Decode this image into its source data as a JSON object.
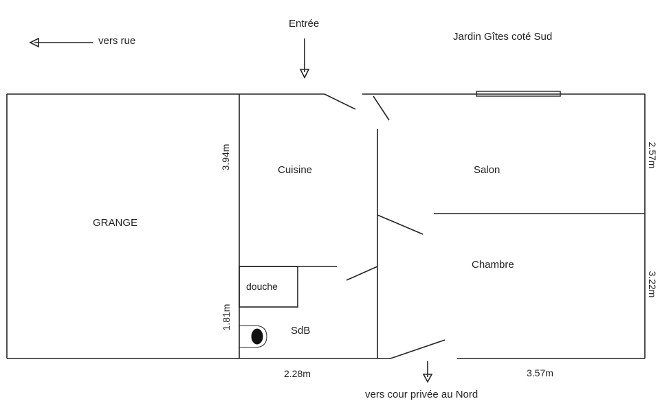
{
  "labels": {
    "to_street": "vers rue",
    "entrance": "Entrée",
    "south_garden": "Jardin Gîtes coté Sud",
    "barn": "GRANGE",
    "kitchen": "Cuisine",
    "living_room": "Salon",
    "bedroom": "Chambre",
    "shower": "douche",
    "bathroom": "SdB",
    "north_courtyard": "vers cour privée au Nord"
  },
  "dimensions": {
    "kitchen_height": "3.94m",
    "bathroom_height": "1.81m",
    "bottom_left_width": "2.28m",
    "bottom_right_width": "3.57m",
    "salon_height": "2.57m",
    "bedroom_height": "3.22m"
  }
}
